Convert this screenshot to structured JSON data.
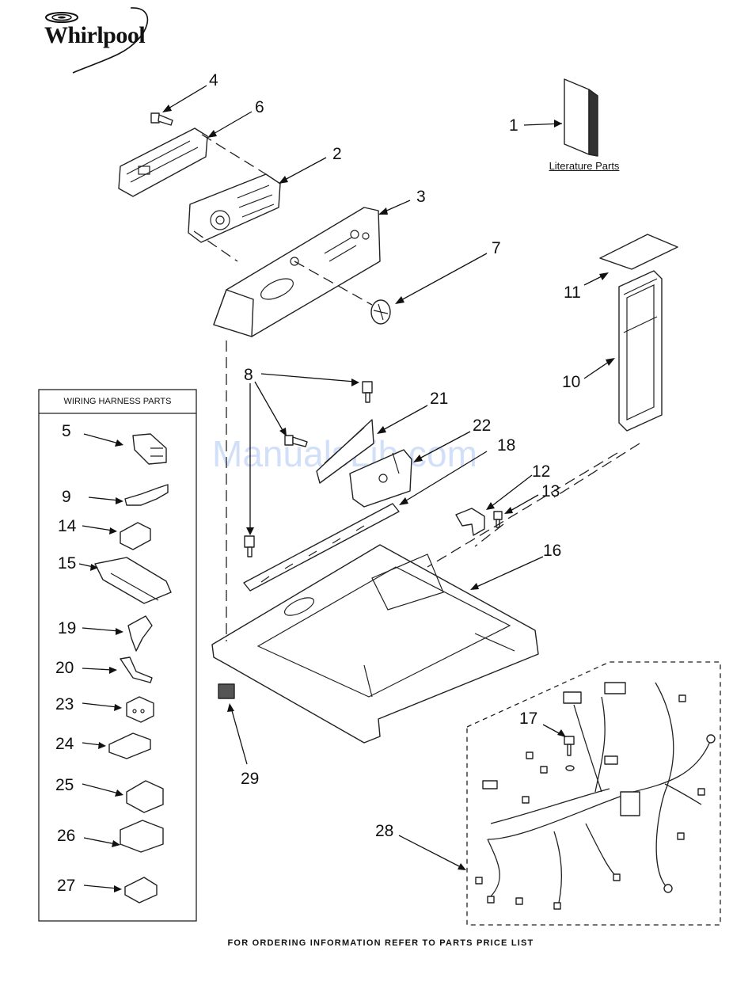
{
  "brand": "Whirlpool",
  "watermark": "ManualsLib.com",
  "literature_label": "Literature Parts",
  "harness_box_title": "WIRING HARNESS PARTS",
  "footer": "FOR ORDERING INFORMATION REFER TO PARTS PRICE LIST",
  "callouts": {
    "c1": "1",
    "c2": "2",
    "c3": "3",
    "c4": "4",
    "c5": "5",
    "c6": "6",
    "c7": "7",
    "c8": "8",
    "c9": "9",
    "c10": "10",
    "c11": "11",
    "c12": "12",
    "c13": "13",
    "c14": "14",
    "c15": "15",
    "c16": "16",
    "c17": "17",
    "c18": "18",
    "c19": "19",
    "c20": "20",
    "c21": "21",
    "c22": "22",
    "c23": "23",
    "c24": "24",
    "c25": "25",
    "c26": "26",
    "c27": "27",
    "c28": "28",
    "c29": "29"
  }
}
